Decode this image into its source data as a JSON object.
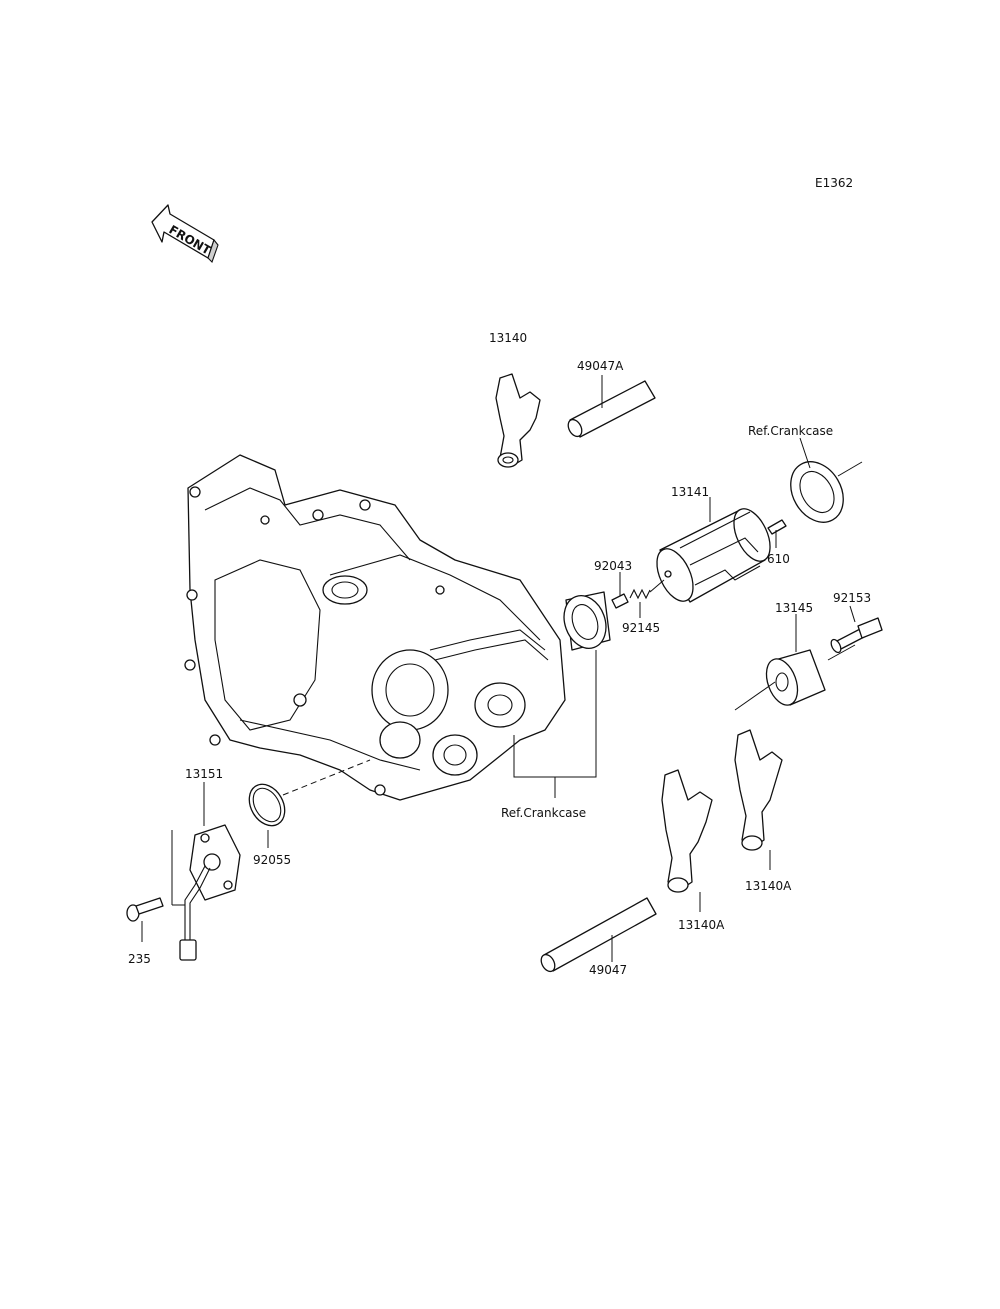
{
  "diagram_code": "E1362",
  "front_label": "FRONT",
  "labels": {
    "p13140": "13140",
    "p49047A": "49047A",
    "p13141": "13141",
    "ref_crankcase_top": "Ref.Crankcase",
    "p610": "610",
    "p92043": "92043",
    "p92145": "92145",
    "p92153": "92153",
    "p13145": "13145",
    "p13151": "13151",
    "p92055": "92055",
    "p235": "235",
    "ref_crankcase_bottom": "Ref.Crankcase",
    "p13140A_right": "13140A",
    "p13140A_left": "13140A",
    "p49047": "49047"
  }
}
